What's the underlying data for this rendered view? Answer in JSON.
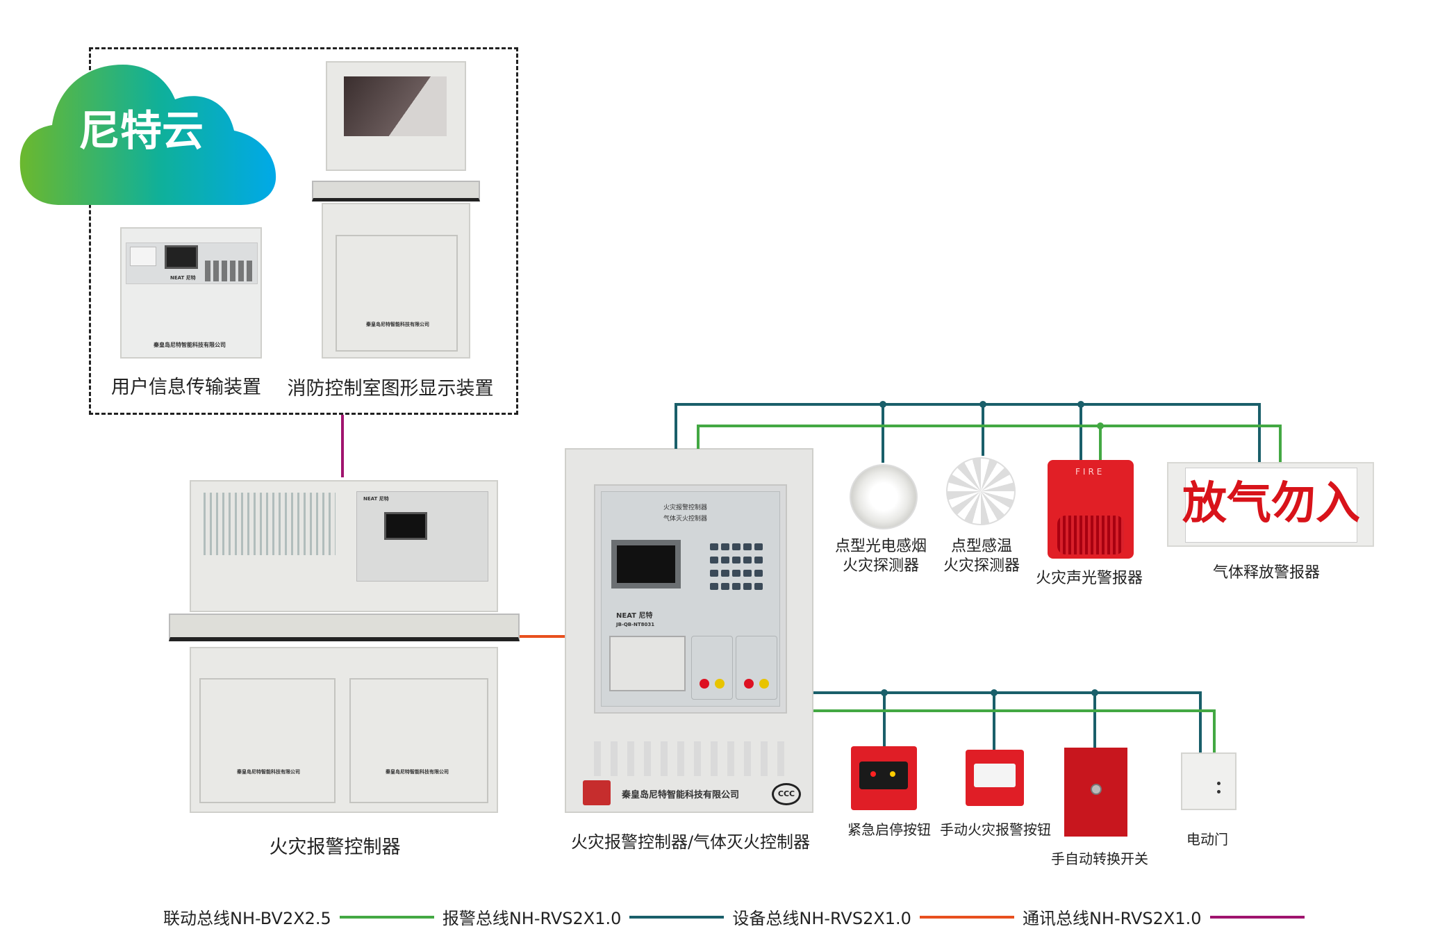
{
  "cloud": {
    "label": "尼特云"
  },
  "devices": {
    "user_info": {
      "label": "用户信息传输装置",
      "brand": "NEAT 尼特",
      "company": "秦皇岛尼特智能科技有限公司"
    },
    "graphic_display": {
      "label": "消防控制室图形显示装置",
      "company": "秦皇岛尼特智能科技有限公司"
    },
    "fire_controller": {
      "label": "火灾报警控制器",
      "brand": "NEAT 尼特",
      "company": "秦皇岛尼特智能科技有限公司"
    },
    "gas_controller": {
      "label": "火灾报警控制器/气体灭火控制器",
      "panel_title_1": "火灾报警控制器",
      "panel_title_2": "气体灭火控制器",
      "brand": "NEAT 尼特",
      "model": "JB-QB-NT8031",
      "company": "秦皇岛尼特智能科技有限公司",
      "cert": "CCC"
    },
    "smoke_detector": {
      "label_1": "点型光电感烟",
      "label_2": "火灾探测器"
    },
    "heat_detector": {
      "label_1": "点型感温",
      "label_2": "火灾探测器"
    },
    "sounder": {
      "label": "火灾声光警报器",
      "text": "FIRE"
    },
    "gas_sign": {
      "label": "气体释放警报器",
      "text": "放气勿入"
    },
    "emergency_button": {
      "label": "紧急启停按钮"
    },
    "manual_button": {
      "label": "手动火灾报警按钮"
    },
    "auto_switch": {
      "label": "手自动转换开关"
    },
    "electric_door": {
      "label": "电动门"
    }
  },
  "legend": [
    {
      "label": "联动总线NH-BV2X2.5",
      "color": "#43a843"
    },
    {
      "label": "报警总线NH-RVS2X1.0",
      "color": "#1a5f6a"
    },
    {
      "label": "设备总线NH-RVS2X1.0",
      "color": "#e8501e"
    },
    {
      "label": "通讯总线NH-RVS2X1.0",
      "color": "#a0146e"
    }
  ]
}
